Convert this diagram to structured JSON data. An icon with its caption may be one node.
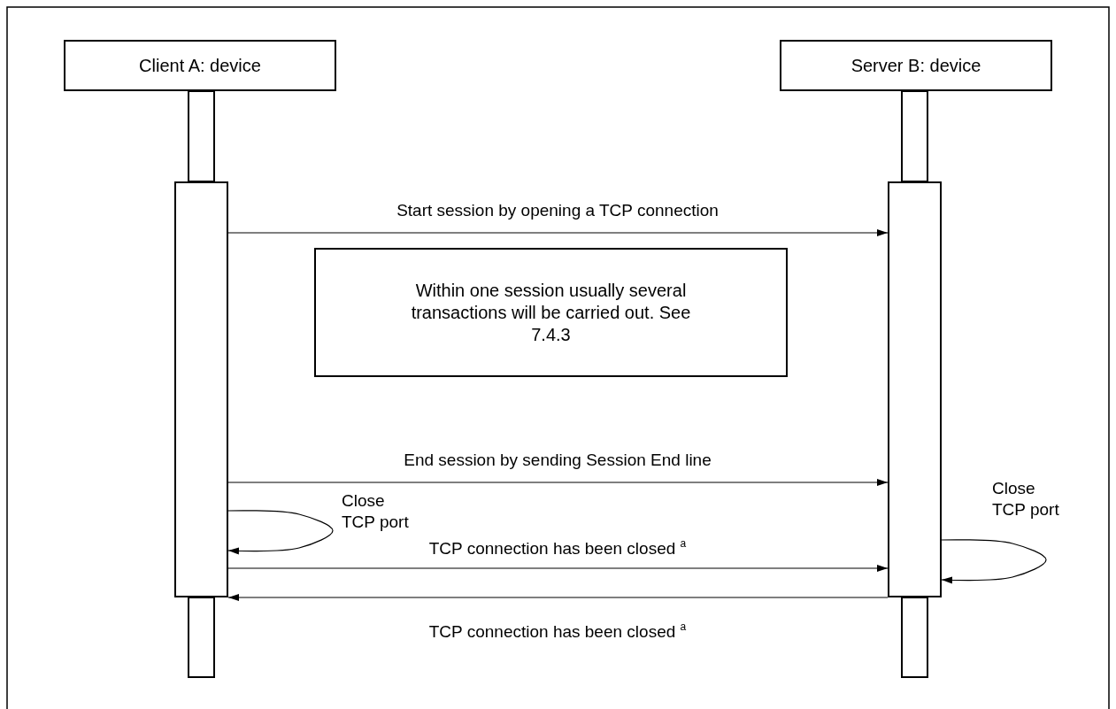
{
  "diagram": {
    "nodes": [
      {
        "text": [
          "Client A: device"
        ]
      },
      {
        "text": [
          "Server B: device"
        ]
      },
      {
        "text": [],
        "shape": "bar"
      },
      {
        "text": [],
        "shape": "bar"
      },
      {
        "text": [
          "Within one session usually several transactions will be carried out. See 7.4.3"
        ]
      }
    ],
    "edges": [
      {
        "from": 2,
        "to": 3,
        "arrow": "to",
        "label": "Start session by opening a TCP connection"
      },
      {
        "from": 2,
        "to": 3,
        "arrow": "to",
        "label": "End session by sending Session End line"
      },
      {
        "from": 2,
        "to": 2,
        "arrow": "to",
        "label": "Close TCP port"
      },
      {
        "from": 2,
        "to": 3,
        "arrow": "to",
        "label": "TCP connection has been closed $^{a}$"
      },
      {
        "from": 3,
        "to": 3,
        "arrow": "to",
        "label": "Close TCP port"
      },
      {
        "from": 3,
        "to": 2,
        "arrow": "to",
        "label": "TCP connection has been closed $^{a}$"
      }
    ]
  }
}
